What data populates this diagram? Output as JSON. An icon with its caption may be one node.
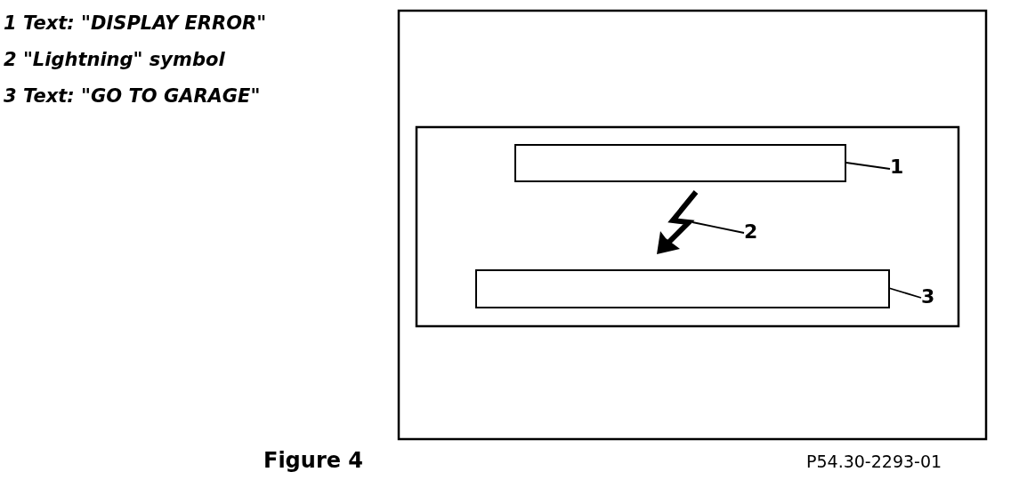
{
  "diagram": {
    "caption": "Figure 4",
    "nodes": [
      {
        "text": [],
        "shape": "bar"
      },
      {
        "text": [
          "1"
        ]
      },
      {
        "text": [],
        "shape": "lightning"
      },
      {
        "text": [
          "2"
        ]
      },
      {
        "text": [],
        "shape": "bar"
      },
      {
        "text": [
          "3"
        ]
      }
    ],
    "edges": [
      {
        "from": 1,
        "to": 0,
        "arrow": "none"
      },
      {
        "from": 3,
        "to": 2,
        "arrow": "none"
      },
      {
        "from": 5,
        "to": 4,
        "arrow": "none"
      }
    ],
    "labels": [
      "1 Text: \"DISPLAY ERROR\"",
      "2 \"Lightning\" symbol",
      "3 Text: \"GO TO GARAGE\"",
      "P54.30-2293-01"
    ]
  }
}
